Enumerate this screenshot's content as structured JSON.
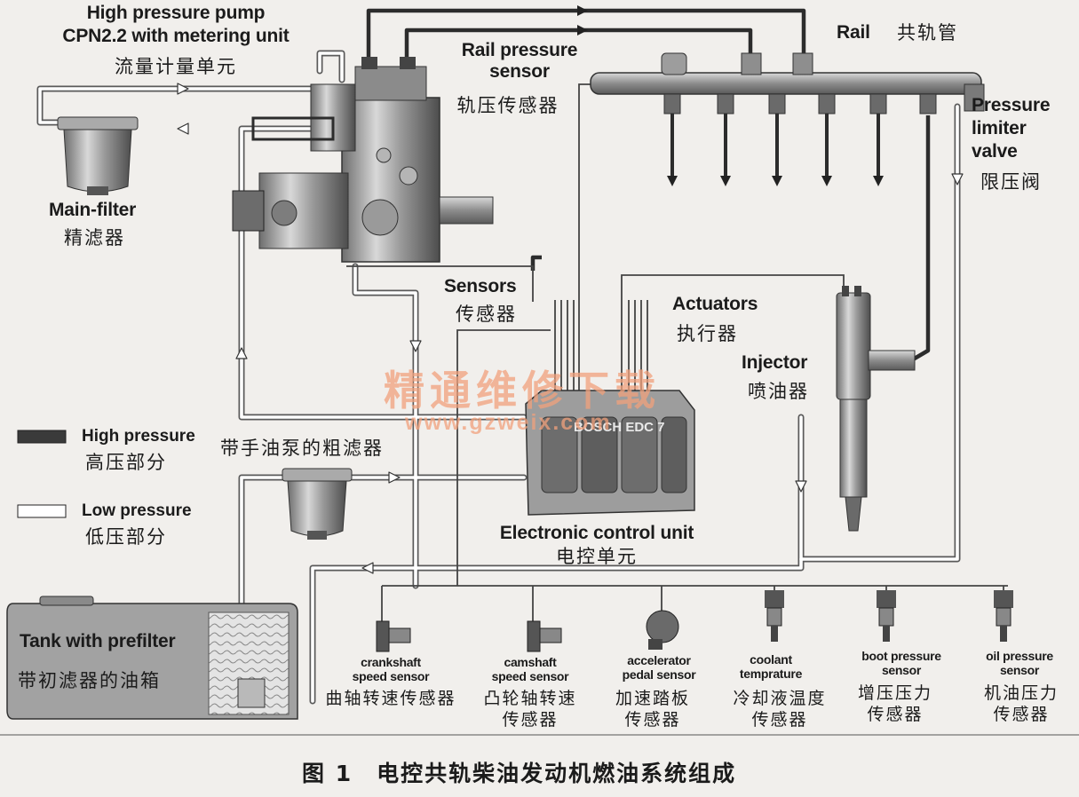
{
  "pump": {
    "title_line1": "High pressure pump",
    "title_line2": "CPN2.2 with metering unit",
    "metering_cn": "流量计量单元"
  },
  "rail_sensor": {
    "en_line1": "Rail pressure",
    "en_line2": "sensor",
    "cn": "轨压传感器"
  },
  "rail": {
    "en": "Rail",
    "cn": "共轨管"
  },
  "limiter": {
    "en_line1": "Pressure",
    "en_line2": "limiter",
    "en_line3": "valve",
    "cn": "限压阀"
  },
  "main_filter": {
    "en": "Main-filter",
    "cn": "精滤器"
  },
  "sensors": {
    "en": "Sensors",
    "cn": "传感器"
  },
  "actuators": {
    "en": "Actuators",
    "cn": "执行器"
  },
  "injector": {
    "en": "Injector",
    "cn": "喷油器"
  },
  "legend": {
    "high_en": "High pressure",
    "high_cn": "高压部分",
    "low_en": "Low pressure",
    "low_cn": "低压部分"
  },
  "prefilter_pump": {
    "cn": "带手油泵的粗滤器"
  },
  "ecu": {
    "en": "Electronic control unit",
    "cn": "电控单元",
    "box_text": "BOSCH  EDC 7"
  },
  "tank": {
    "en": "Tank with prefilter",
    "cn": "带初滤器的油箱"
  },
  "bottom_sensors": [
    {
      "en_line1": "crankshaft",
      "en_line2": "speed sensor",
      "cn_line1": "曲轴转速传感器",
      "cn_line2": ""
    },
    {
      "en_line1": "camshaft",
      "en_line2": "speed sensor",
      "cn_line1": "凸轮轴转速",
      "cn_line2": "传感器"
    },
    {
      "en_line1": "accelerator",
      "en_line2": "pedal sensor",
      "cn_line1": "加速踏板",
      "cn_line2": "传感器"
    },
    {
      "en_line1": "coolant",
      "en_line2": "temprature",
      "cn_line1": "冷却液温度",
      "cn_line2": "传感器"
    },
    {
      "en_line1": "boot pressure",
      "en_line2": "sensor",
      "cn_line1": "增压压力",
      "cn_line2": "传感器"
    },
    {
      "en_line1": "oil pressure",
      "en_line2": "sensor",
      "cn_line1": "机油压力",
      "cn_line2": "传感器"
    }
  ],
  "watermark": {
    "cn": "精通维修下载",
    "url": "www.gzweix.com"
  },
  "caption": "图 1　电控共轨柴油发动机燃油系统组成",
  "colors": {
    "high_pressure": "#3a3a3a",
    "low_pressure": "#ffffff",
    "pipe_outline": "#555555",
    "watermark": "#f2a17c"
  }
}
